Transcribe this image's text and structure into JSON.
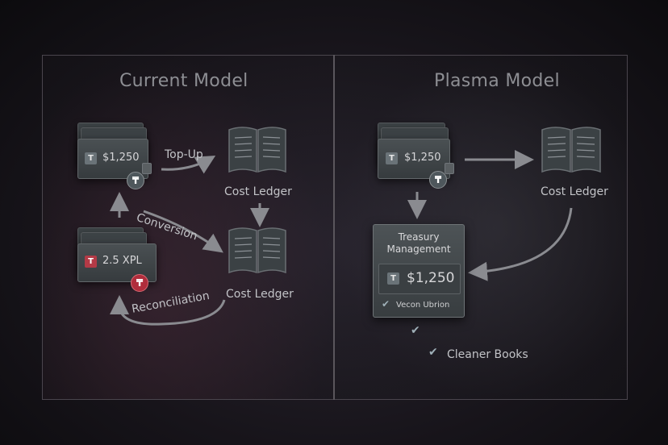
{
  "current": {
    "title": "Current Model",
    "top_card": {
      "badge": "T",
      "amount": "$1,250",
      "coin": "₸"
    },
    "bottom_card": {
      "badge": "T",
      "amount": "2.5 XPL",
      "coin": "₸"
    },
    "topup_label": "Top-Up",
    "conversion_label": "Conversion",
    "reconciliation_label": "Reconciliation",
    "ledger_top_label": "Cost  Ledger",
    "ledger_bottom_label": "Cost Ledger"
  },
  "plasma": {
    "title": "Plasma Model",
    "card": {
      "badge": "T",
      "amount": "$1,250",
      "coin": "₸"
    },
    "ledger_label": "Cost Ledger",
    "treasury": {
      "line1": "Treasury",
      "line2": "Management",
      "badge": "T",
      "amount": "$1,250",
      "footer": "Vecon Ubrion"
    },
    "result_label": "Cleaner Books"
  },
  "colors": {
    "accent_red": "#b33a46",
    "badge_gray": "#6a7378",
    "arrow": "#8a8b90"
  }
}
